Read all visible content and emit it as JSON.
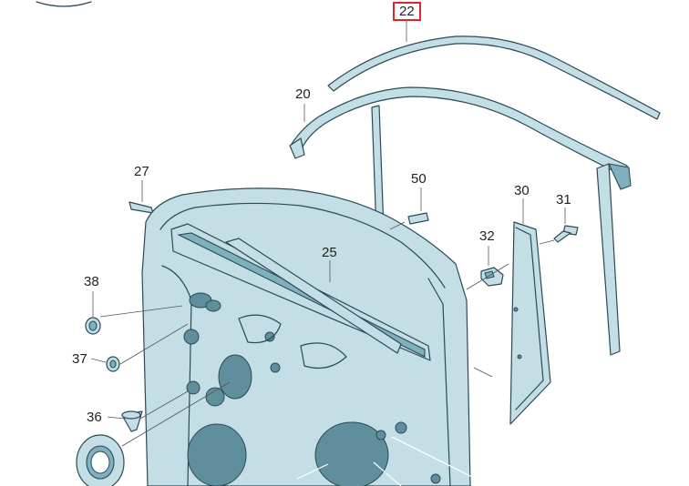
{
  "callouts": {
    "c22": "22",
    "c20": "20",
    "c27": "27",
    "c50": "50",
    "c30": "30",
    "c31": "31",
    "c32": "32",
    "c25": "25",
    "c38": "38",
    "c37": "37",
    "c36": "36"
  },
  "highlighted_callout": "22",
  "colors": {
    "part_fill": "#c3dfe5",
    "part_outline": "#2a4a55",
    "highlight_box": "#e0242b"
  }
}
